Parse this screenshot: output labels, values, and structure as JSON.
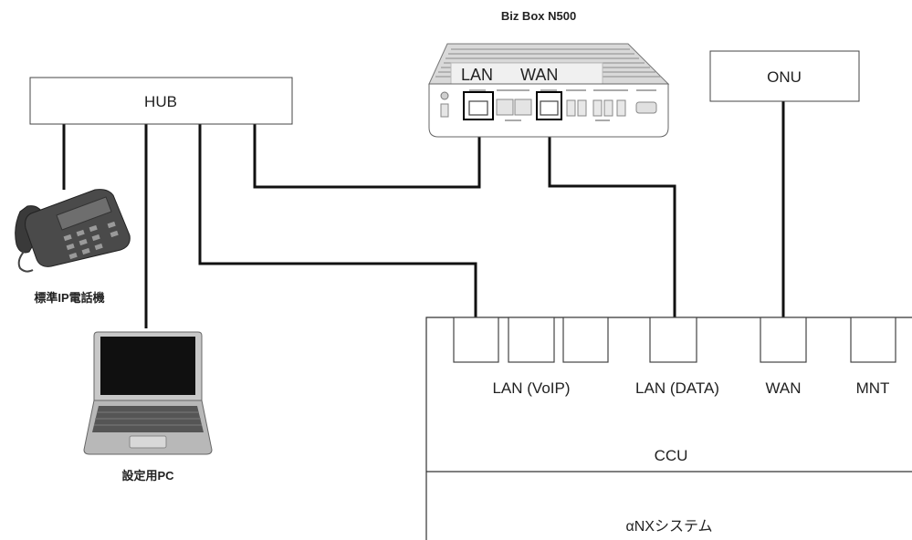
{
  "router": {
    "title": "Biz Box N500",
    "lan_label": "LAN",
    "wan_label": "WAN"
  },
  "hub": {
    "label": "HUB"
  },
  "onu": {
    "label": "ONU"
  },
  "phone": {
    "caption": "標準IP電話機"
  },
  "pc": {
    "caption": "設定用PC"
  },
  "ccu": {
    "ports": {
      "lan_voip": "LAN (VoIP)",
      "lan_data": "LAN (DATA)",
      "wan": "WAN",
      "mnt": "MNT"
    },
    "label": "CCU",
    "system_label": "αNXシステム"
  }
}
